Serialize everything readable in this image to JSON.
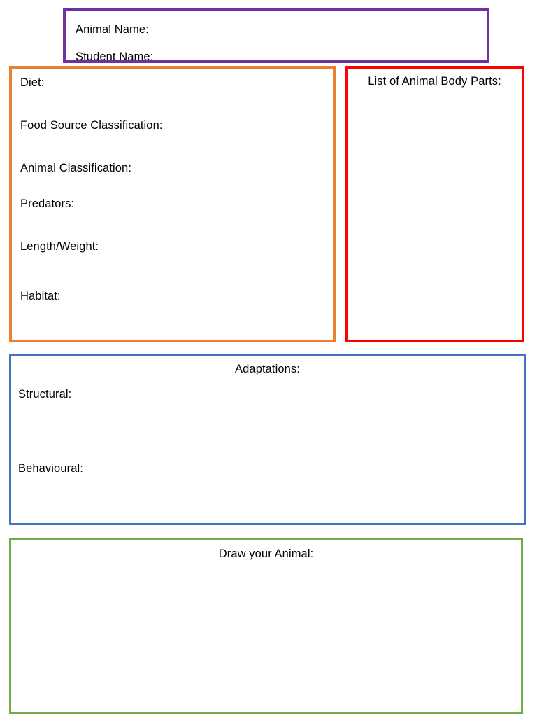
{
  "page": {
    "title": "Animal Research Worksheet",
    "background_color": "#FFFFFF",
    "text_color": "#000000"
  },
  "colors": {
    "header_border": "#7030A0",
    "facts_border": "#ED7D31",
    "bodyparts_border": "#FF0000",
    "adaptations_border": "#4472C4",
    "draw_border": "#70AD47"
  },
  "header_box": {
    "animal_name_label": "Animal Name:",
    "student_name_label": "Student Name:"
  },
  "facts_box": {
    "fields": [
      {
        "label": "Diet:"
      },
      {
        "label": "Food Source Classification:"
      },
      {
        "label": "Animal Classification:"
      },
      {
        "label": "Predators:"
      },
      {
        "label": "Length/Weight:"
      },
      {
        "label": "Habitat:"
      }
    ]
  },
  "bodyparts_box": {
    "heading": "List of Animal Body Parts:"
  },
  "adaptations_box": {
    "heading": "Adaptations:",
    "items": [
      {
        "label": "Structural:"
      },
      {
        "label": "Behavioural:"
      }
    ]
  },
  "draw_box": {
    "heading": "Draw your Animal:"
  }
}
